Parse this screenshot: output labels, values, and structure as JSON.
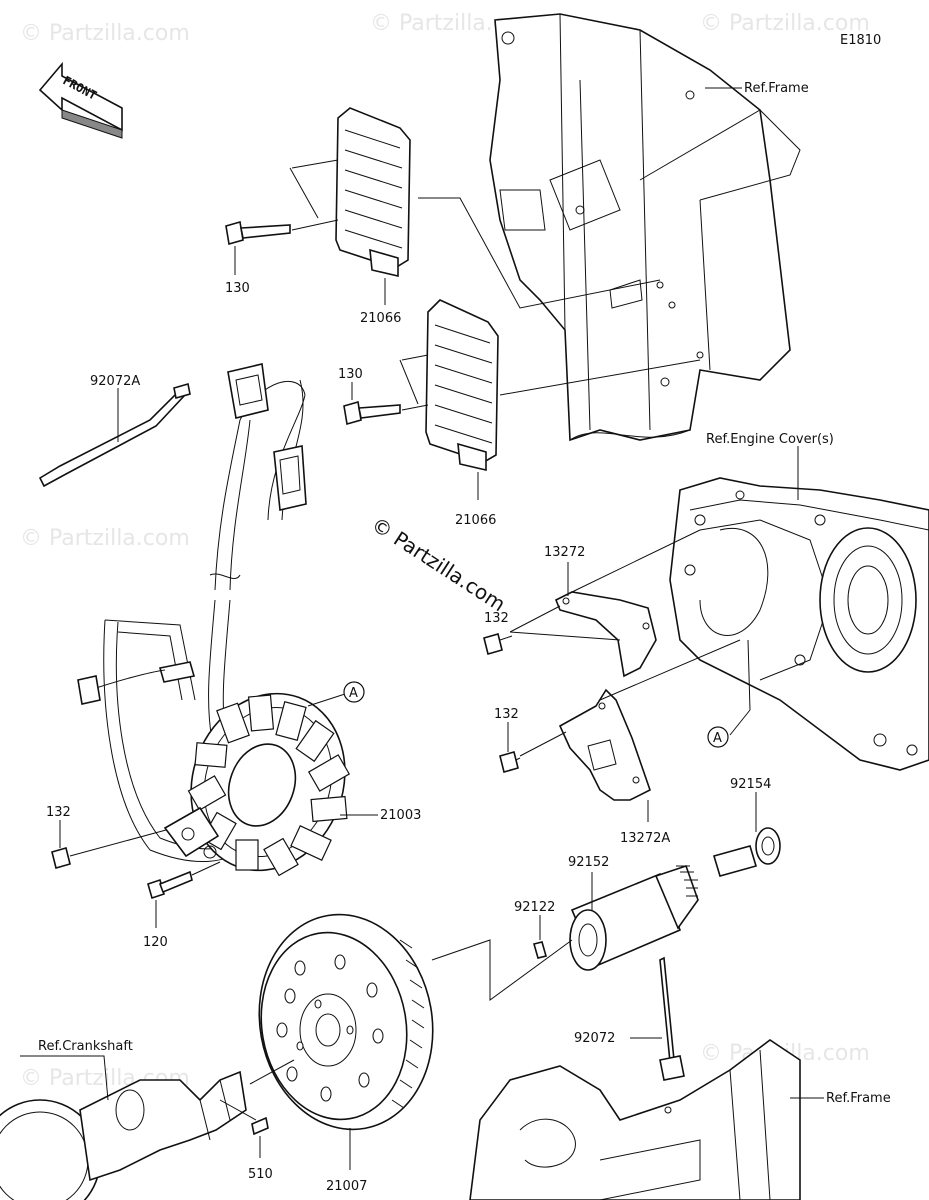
{
  "diagram_code": "E1810",
  "front_label": "FRONT",
  "watermark_main": "© Partzilla.com",
  "watermark_small": "© Partzilla.com",
  "refs": {
    "frame_top": "Ref.Frame",
    "engine_cover": "Ref.Engine Cover(s)",
    "crankshaft": "Ref.Crankshaft",
    "frame_bottom": "Ref.Frame"
  },
  "callout_a": "A",
  "parts": {
    "p130_top": "130",
    "p21066_top": "21066",
    "p130_mid": "130",
    "p21066_mid": "21066",
    "p92072A": "92072A",
    "p13272": "13272",
    "p132_top": "132",
    "p132_mid": "132",
    "p13272A": "13272A",
    "p92154": "92154",
    "p132_left": "132",
    "p21003": "21003",
    "p120": "120",
    "p92152": "92152",
    "p92122": "92122",
    "p92072": "92072",
    "p510": "510",
    "p21007": "21007"
  }
}
